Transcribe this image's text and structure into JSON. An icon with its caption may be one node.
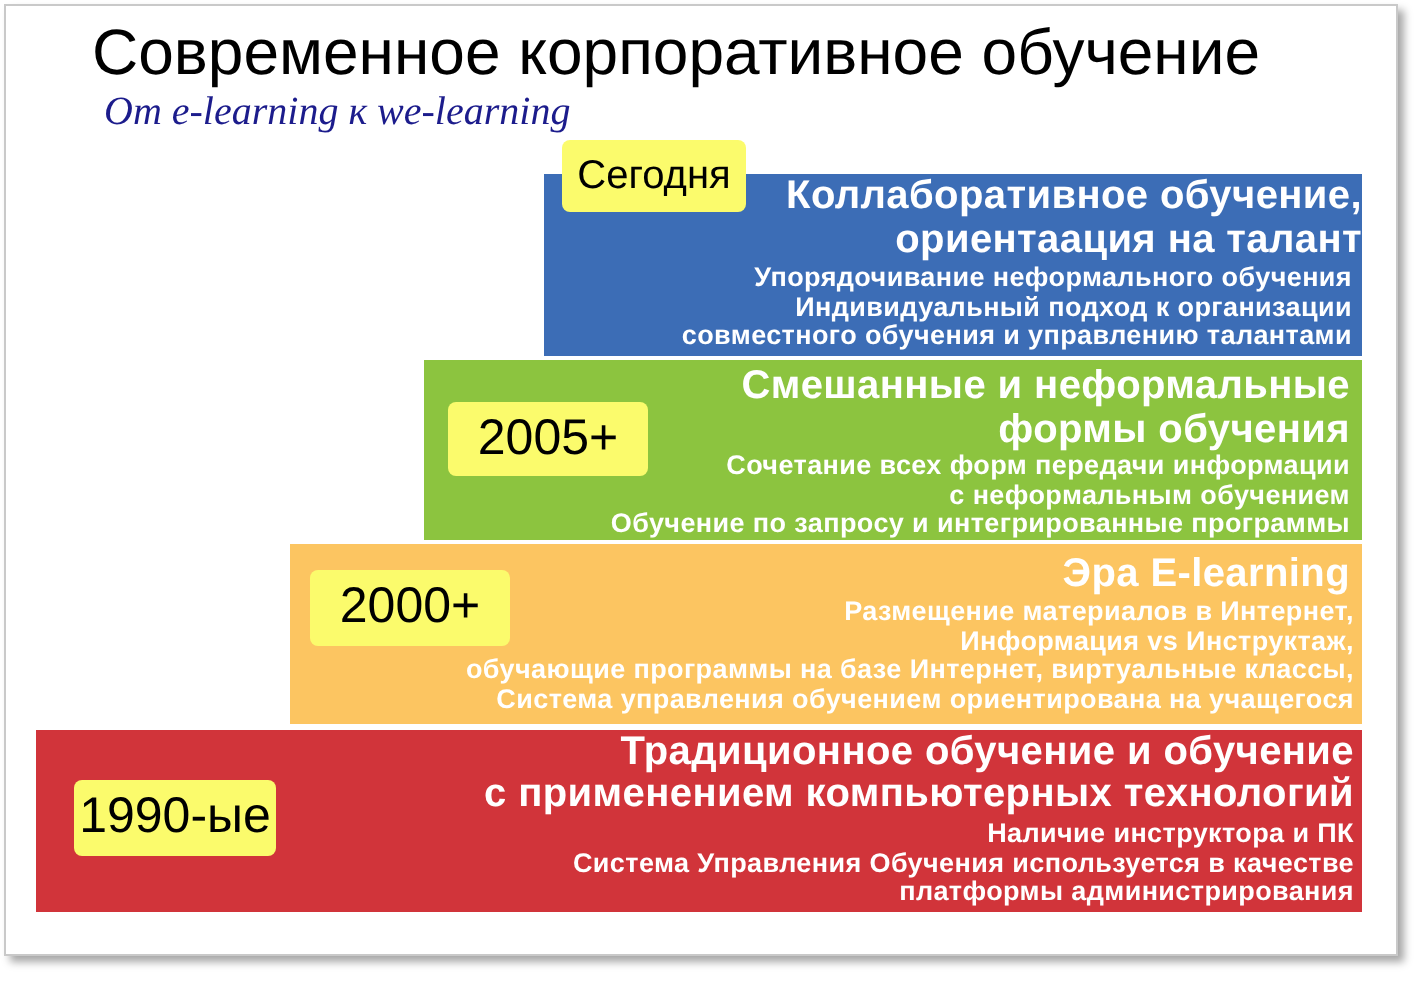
{
  "diagram": {
    "title": "Современное корпоративное обучение",
    "nodes": [
      {
        "text": [
          "Сегодня"
        ]
      },
      {
        "text": [
          "Коллаборативное обучение, ориентаация на талант",
          "Упорядочивание неформального обучения",
          "Индивидуальный подход к организации совместного обучения и управлению талантами"
        ]
      },
      {
        "text": [
          "Смешанные и неформальные формы обучения",
          "Сочетание всех форм передачи информации с неформальным обучением",
          "Обучение по запросу и интегрированные программы"
        ]
      },
      {
        "text": [
          "2005+"
        ],
        "in": 2
      },
      {
        "text": [
          "Эра E-learning",
          "Размещение материалов в Интернет,",
          "Информация vs Инструктаж,",
          "обучающие программы на базе Интернет, виртуальные классы,",
          "Система управления обучением ориентирована на учащегося"
        ]
      },
      {
        "text": [
          "2000+"
        ],
        "in": 4
      },
      {
        "text": [
          "Традиционное обучение и обучение",
          "с применением компьютерных технологий",
          "Наличие инструктора и ПК",
          "Система Управления Обучения используется в качестве платформы администрирования"
        ]
      },
      {
        "text": [
          "1990-ые"
        ],
        "in": 6
      }
    ],
    "edges": [],
    "labels": [
      "От e-learning к we-learning"
    ]
  }
}
